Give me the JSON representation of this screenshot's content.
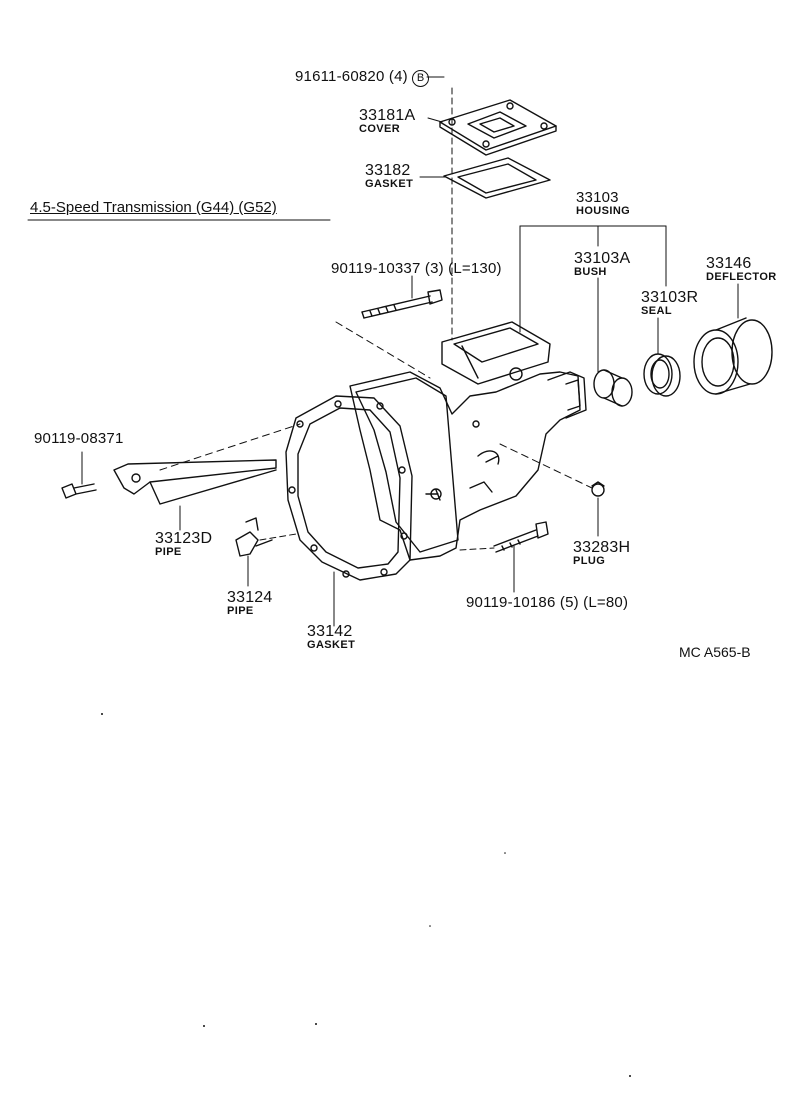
{
  "title": "4.5-Speed Transmission (G44) (G52)",
  "reference_code": "MC A565-B",
  "bolt_top": {
    "part_no": "91611-60820",
    "qty": "(4)",
    "marker": "B"
  },
  "parts": {
    "cover": {
      "part_no": "33181A",
      "name": "COVER"
    },
    "gasket_top": {
      "part_no": "33182",
      "name": "GASKET"
    },
    "housing": {
      "part_no": "33103",
      "name": "HOUSING"
    },
    "bush": {
      "part_no": "33103A",
      "name": "BUSH"
    },
    "seal": {
      "part_no": "33103R",
      "name": "SEAL"
    },
    "deflector": {
      "part_no": "33146",
      "name": "DEFLECTOR"
    },
    "pipe_d": {
      "part_no": "33123D",
      "name": "PIPE"
    },
    "pipe": {
      "part_no": "33124",
      "name": "PIPE"
    },
    "gasket_case": {
      "part_no": "33142",
      "name": "GASKET"
    },
    "plug": {
      "part_no": "33283H",
      "name": "PLUG"
    }
  },
  "bolts": {
    "long": {
      "text": "90119-10337  (3)  (L=130)"
    },
    "left": {
      "text": "90119-08371"
    },
    "lower": {
      "text": "90119-10186  (5)  (L=80)"
    }
  }
}
